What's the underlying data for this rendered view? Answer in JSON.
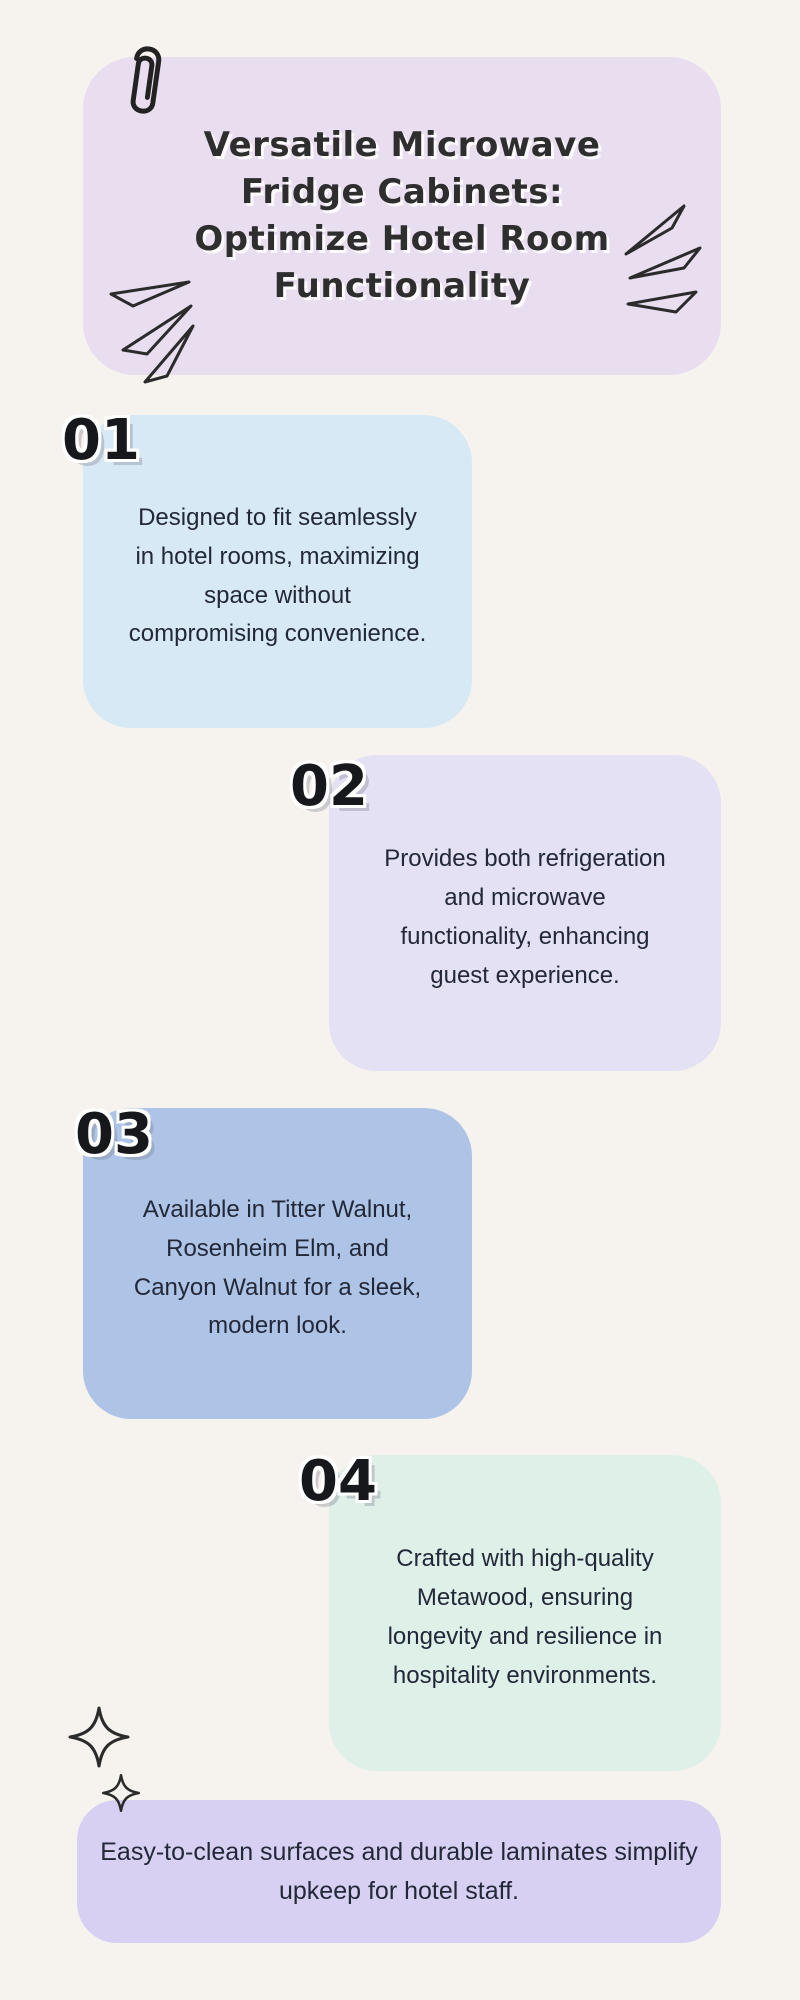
{
  "page": {
    "background": "#f6f3ee",
    "text_color": "#232838",
    "decoration_color": "#2b2b2b",
    "icons": [
      "paperclip-icon",
      "burst-lines-right-icon",
      "burst-lines-left-icon",
      "sparkle-icon"
    ]
  },
  "header": {
    "background": "#e9ddf0",
    "title_lines": [
      "Versatile Microwave",
      "Fridge Cabinets:",
      "Optimize Hotel Room",
      "Functionality"
    ]
  },
  "cards": [
    {
      "number": "01",
      "background": "#d8e9f6",
      "text": "Designed to fit seamlessly in hotel rooms, maximizing space without compromising convenience."
    },
    {
      "number": "02",
      "background": "#e4e1f4",
      "text": "Provides both refrigeration and microwave functionality, enhancing guest experience."
    },
    {
      "number": "03",
      "background": "#aec4e7",
      "text": "Available in Titter Walnut, Rosenheim Elm, and Canyon Walnut for a sleek, modern look."
    },
    {
      "number": "04",
      "background": "#def0e8",
      "text": "Crafted with high-quality Metawood, ensuring longevity and resilience in hospitality environments."
    }
  ],
  "footer": {
    "background": "#d8d0f3",
    "text": "Easy-to-clean surfaces and durable laminates simplify upkeep for hotel staff."
  }
}
